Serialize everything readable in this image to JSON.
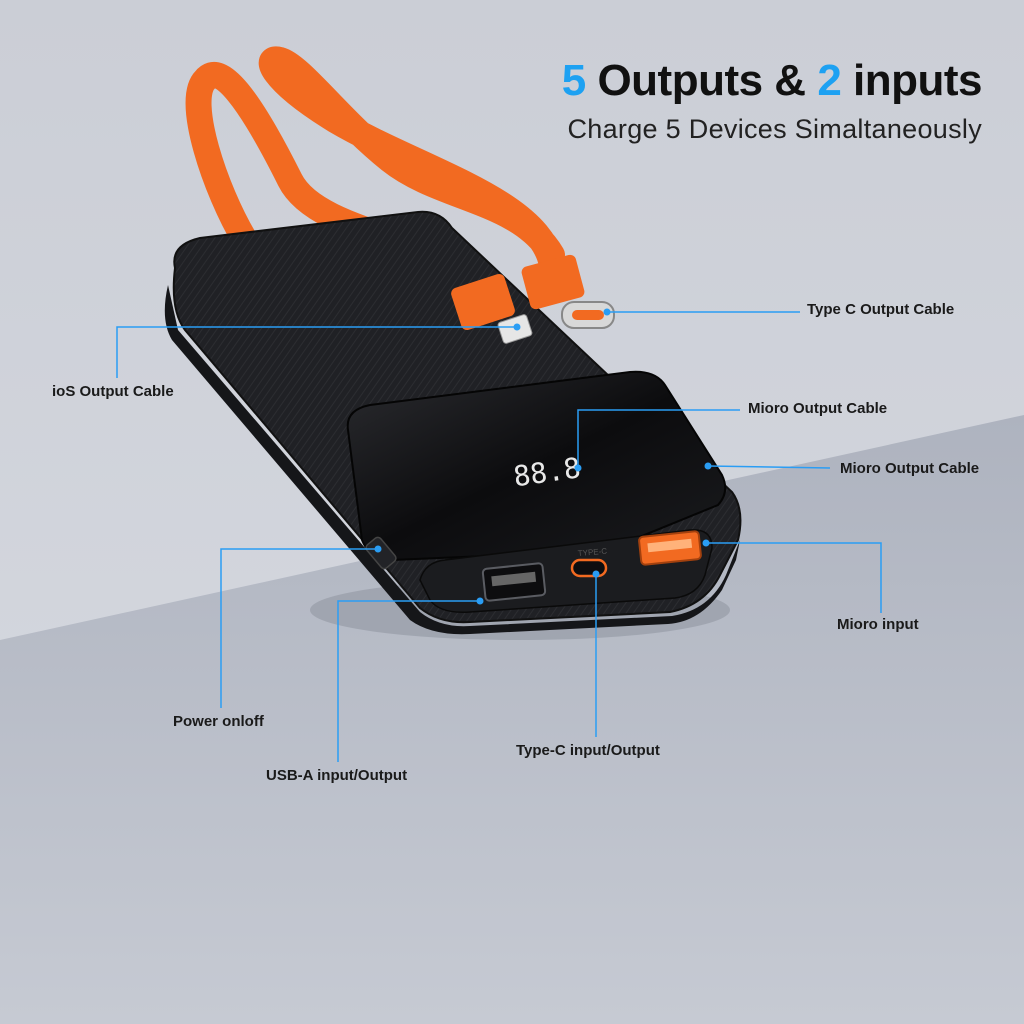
{
  "headline": {
    "num1": "5",
    "text1": " Outputs & ",
    "num2": "2",
    "text2": " inputs"
  },
  "subheadline": "Charge 5 Devices Simaltaneously",
  "display_readout": "88.8",
  "callouts": {
    "type_c_output_cable": "Type C Output Cable",
    "ios_output_cable": "ioS Output Cable",
    "mioro_output_cable_1": "Mioro Output Cable",
    "mioro_output_cable_2": "Mioro Output Cable",
    "mioro_input": "Mioro input",
    "power_onoff": "Power onloff",
    "type_c_input_output": "Type-C input/Output",
    "usb_a_input_output": "USB-A input/Output"
  },
  "port_label": "TYPE-C",
  "colors": {
    "accent": "#1da1f2",
    "cable": "#f26a21",
    "device": "#1c1d20",
    "leader_line": "#2a9df4"
  }
}
